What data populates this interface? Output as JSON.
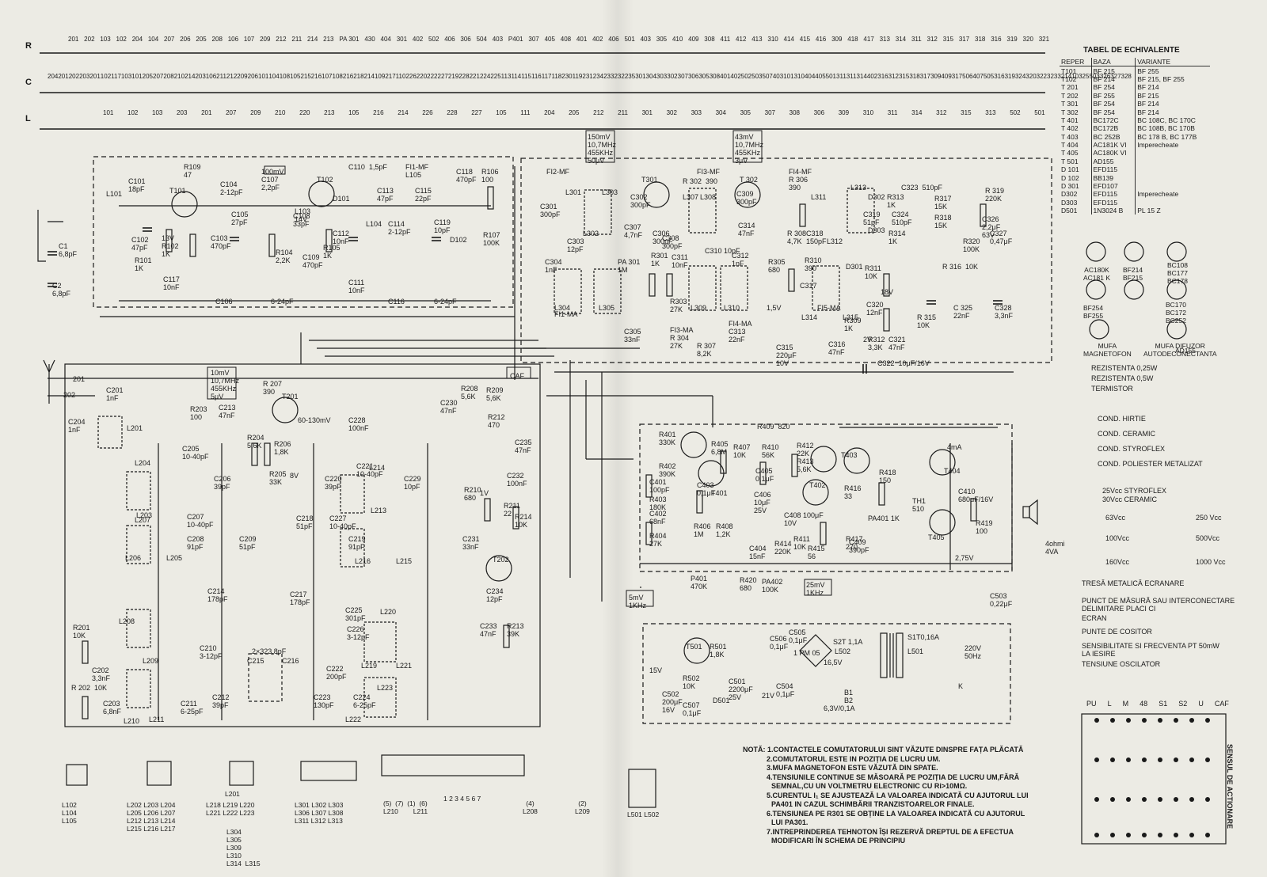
{
  "header": {
    "row_letters": [
      "R",
      "C",
      "L"
    ],
    "row_r_labels": [
      "201",
      "202",
      "103",
      "102",
      "204",
      "104",
      "207",
      "206",
      "205",
      "208",
      "106",
      "107",
      "209",
      "212",
      "211",
      "214",
      "213",
      "PA 301",
      "430",
      "404",
      "301",
      "402",
      "502",
      "406",
      "306",
      "504",
      "403",
      "P401",
      "307",
      "405",
      "408",
      "401",
      "402",
      "406",
      "501",
      "403",
      "305",
      "410",
      "409",
      "308",
      "411",
      "412",
      "413",
      "310",
      "414",
      "415",
      "416",
      "309",
      "418",
      "417",
      "313",
      "314",
      "311",
      "312",
      "315",
      "317",
      "318",
      "316",
      "319",
      "320",
      "321"
    ],
    "row_c_labels": [
      "204",
      "201",
      "202",
      "203",
      "201",
      "102",
      "117",
      "103",
      "101",
      "205",
      "207",
      "208",
      "210",
      "214",
      "203",
      "106",
      "211",
      "212",
      "209",
      "206",
      "101",
      "104",
      "108",
      "105",
      "215",
      "216",
      "107",
      "108",
      "216",
      "218",
      "214",
      "109",
      "217",
      "110",
      "226",
      "220",
      "222",
      "227",
      "219",
      "228",
      "221",
      "224",
      "225",
      "113",
      "114",
      "115",
      "116",
      "117",
      "118",
      "230",
      "119",
      "231",
      "234",
      "233",
      "232",
      "235",
      "301",
      "304",
      "303",
      "302",
      "307",
      "306",
      "305",
      "308",
      "401",
      "402",
      "502",
      "503",
      "507",
      "403",
      "101",
      "310",
      "404",
      "405",
      "501",
      "311",
      "311",
      "314",
      "402",
      "316",
      "312",
      "315",
      "318",
      "317",
      "309",
      "409",
      "317",
      "506",
      "407",
      "505",
      "316",
      "319",
      "324",
      "320",
      "322",
      "323",
      "321",
      "410",
      "325",
      "503",
      "326",
      "327",
      "328"
    ],
    "row_l_labels": [
      "101",
      "102",
      "103",
      "203",
      "201",
      "207",
      "209",
      "210",
      "220",
      "213",
      "105",
      "216",
      "214",
      "226",
      "228",
      "227",
      "105",
      "111",
      "204",
      "205",
      "212",
      "211",
      "301",
      "302",
      "303",
      "304",
      "305",
      "307",
      "308",
      "306",
      "309",
      "310",
      "311",
      "314",
      "312",
      "315",
      "313",
      "502",
      "501"
    ]
  },
  "equivalents_table": {
    "title": "TABEL DE ECHIVALENTE",
    "columns": [
      "REPER",
      "BAZA",
      "VARIANTE"
    ],
    "rows": [
      [
        "T101",
        "BF 215",
        "BF 255"
      ],
      [
        "T102",
        "BF 214",
        "BF 215, BF 255"
      ],
      [
        "T 201",
        "BF 254",
        "BF 214"
      ],
      [
        "T 202",
        "BF 255",
        "BF 215"
      ],
      [
        "T 301",
        "BF 254",
        "BF 214"
      ],
      [
        "T 302",
        "BF 254",
        "BF 214"
      ],
      [
        "T 401",
        "BC172C",
        "BC 108C, BC 170C"
      ],
      [
        "T 402",
        "BC172B",
        "BC 108B, BC 170B"
      ],
      [
        "T 403",
        "BC 252B",
        "BC 178 B, BC 177B"
      ],
      [
        "T 404",
        "AC181K VI",
        "Imperecheate"
      ],
      [
        "T 405",
        "AC180K VI",
        ""
      ],
      [
        "T 501",
        "AD155",
        ""
      ],
      [
        "D 101",
        "EFD115",
        ""
      ],
      [
        "D 102",
        "BB139",
        ""
      ],
      [
        "D 301",
        "EFD107",
        ""
      ],
      [
        "D302",
        "EFD115",
        "Imperecheate"
      ],
      [
        "D303",
        "EFD115",
        ""
      ],
      [
        "D501",
        "1N3024 B",
        "PL 15 Z"
      ]
    ]
  },
  "transistor_pinouts": {
    "groups": [
      {
        "names": "AC180K\nAC181 K"
      },
      {
        "names": "BF214\nBF215"
      },
      {
        "names": "BC108\nBC177\nBC178"
      },
      {
        "names": "BF254\nBF255"
      },
      {
        "names": "BC170\nBC172\nBC252"
      },
      {
        "names": "AD155"
      }
    ],
    "connector_1": "MUFA\nMAGNETOFON",
    "connector_2": "MUFA DIFUZOR\nAUTODECONECTANTA"
  },
  "legend": {
    "res_025": "REZISTENTA 0,25W",
    "res_05": "REZISTENTA 0,5W",
    "thermistor": "TERMISTOR",
    "cap_paper": "COND. HIRTIE",
    "cap_ceramic": "COND. CERAMIC",
    "cap_styroflex": "COND. STYROFLEX",
    "cap_polyester": "COND. POLIESTER METALIZAT",
    "styro_25": "25Vcc STYROFLEX",
    "ceram_30": "30Vcc CERAMIC",
    "v63": "63Vcc",
    "v250": "250 Vcc",
    "v100": "100Vcc",
    "v500": "500Vcc",
    "v160": "160Vcc",
    "v1000": "1000 Vcc",
    "shield_braid": "TRESĂ METALICĂ ECRANARE",
    "measure_point_1": "PUNCT DE MĂSURĂ SAU INTERCONECTARE",
    "measure_point_2": "DELIMITARE PLACI CI",
    "screen": "ECRAN",
    "solder_bridge": "PUNTE DE COSITOR",
    "sens_1": "SENSIBILITATE SI FRECVENTA PT 50mW",
    "sens_2": "LA IESIRE",
    "osc_voltage": "TENSIUNE OSCILATOR"
  },
  "switch_matrix": {
    "columns": [
      "PU",
      "L",
      "M",
      "48",
      "S1",
      "S2",
      "U",
      "CAF"
    ],
    "side_label": "SENSUL DE ACTIONARE"
  },
  "notes": {
    "n1": "NOTĂ: 1.CONTACTELE COMUTATORULUI SINT VĂZUTE DINSPRE FAȚA PLĂCATĂ",
    "n2": "2.COMUTATORUL ESTE IN POZIȚIA DE LUCRU UM.",
    "n3": "3.MUFA MAGNETOFON ESTE VĂZUTĂ DIN SPATE.",
    "n4": "4.TENSIUNILE CONTINUE SE MĂSOARĂ PE POZIȚIA DE LUCRU UM,FĂRĂ",
    "n4b": "SEMNAL,CU UN VOLTMETRU ELECTRONIC CU Ri>10MΩ.",
    "n5": "5.CURENTUL I₁ SE AJUSTEAZĂ LA VALOAREA INDICATĂ CU AJUTORUL LUI",
    "n5b": "PA401 IN CAZUL SCHIMBĂRII TRANZISTOARELOR FINALE.",
    "n6": "6.TENSIUNEA PE R301 SE OBȚINE LA VALOAREA INDICATĂ CU AJUTORUL",
    "n6b": "LUI PA301.",
    "n7": "7.INTREPRINDEREA TEHNOTON ÎȘI REZERVĂ DREPTUL DE A EFECTUA",
    "n7b": "MODIFICARI ÎN SCHEMA DE PRINCIPIU"
  },
  "coil_pinouts": {
    "g1": "L102\nL104\nL105",
    "g2": "L202 L203 L204\nL205 L206 L207\nL212 L213 L214\nL215 L216 L217",
    "g3": "L218 L219 L220\nL221 L222 L223",
    "g3a": "L201",
    "g4": "L301 L302 L303\nL306 L307 L308\nL311 L312 L313",
    "g4a": "L304\nL305\nL309\nL310\nL314  L315",
    "ferrite_nums": "1 2 3 4 5 6 7",
    "l210": "(5)  (7)  (1)  (6)\nL210        L211",
    "l208": "(4)\nL208",
    "l209": "(2)\nL209",
    "l501": "L501 L502"
  },
  "components": {
    "r109": "R109\n47",
    "t101": "T101",
    "c101": "C101\n18pF",
    "l101": "L101",
    "c104": "C104\n2-12pF",
    "c105": "C105\n27pF",
    "c102": "C102\n47pF",
    "r101": "R101\n1K",
    "r102": "13V\nR102\n1K",
    "c103": "C103\n470pF",
    "c117": "C117\n10nF",
    "c1": "C1\n6,8pF",
    "c2": "C2\n6,8pF",
    "c107": "100mV\nC107\n2,2pF",
    "t102": "T102",
    "c108": "C108\n33pF",
    "r104": "R104\n2,2K",
    "c109": "C109\n470pF",
    "r105": "R105\n1K",
    "l103": "L103\n14V",
    "d101": "D101",
    "c110": "C110  1,5pF",
    "c113": "C113\n47pF",
    "l104": "L104",
    "c114": "C114\n2-12pF",
    "c112": "C112\n10nF",
    "c111": "C111\n10nF",
    "fi1": "FI1-MF\nL105",
    "c115": "C115\n22pF",
    "c118": "C118\n470pF",
    "r106": "R106\n100",
    "c119": "C119\n10pF",
    "d102": "D102",
    "r107": "R107\n100K",
    "c106": "C106",
    "c116": "C116",
    "trim1": "6-24pF",
    "trim2": "6-24pF",
    "meas1": "150mV\n10,7MHz\n455KHz\n50μV",
    "meas2": "43mV\n10,7MHz\n455KHz\n3μV",
    "fi2": "FI2-MF",
    "t301": "T301",
    "c302": "C302\n300pF",
    "c301": "C301\n300pF",
    "l301": "L301",
    "l302": "L302",
    "l303": "L303",
    "c303": "C303\n12pF",
    "c307": "C307\n4,7nF",
    "c304": "C304\n1nF",
    "pa301": "PA 301\n1M",
    "fi1ma": "FI1-MA",
    "l304": "L304",
    "l305": "L305",
    "c305": "C305\n33nF",
    "c306": "C306\n300pF",
    "fi3": "FI3-MF",
    "r302": "R 302  390",
    "l307": "L307",
    "l308": "L308",
    "c308": "C308\n300pF",
    "r301": "R301\n1K",
    "c311": "C311\n10nF",
    "c310": "C310 10pF",
    "c312": "C312\n1nF",
    "r303": "R303\n27K",
    "l309": "L309",
    "l310": "L310",
    "fi3ma": "FI3-MA\nR 304\n27K",
    "fi4ma": "FI4-MA\nC313\n22nF",
    "r307": "R 307\n8,2K",
    "t302": "T 302",
    "c309": "C309\n300pF",
    "c314": "C314\n47nF",
    "fi4": "FI4-MF\nR 306\n390",
    "r305": "R305\n680",
    "r308": "R 308\n4,7K",
    "c318": "C318\n150pF",
    "l311": "L311",
    "l312": "L312",
    "l313": "L313",
    "d302": "D302",
    "r313": "R313\n1K",
    "c323": "C323  510pF",
    "c319": "C319\n51pF",
    "c324": "C324\n510pF",
    "r317": "R317\n15K",
    "r318": "R318\n15K",
    "d303": "D303",
    "r314": "R314\n1K",
    "c326": "C326\n2,2μF\n63V",
    "r319": "R 319\n220K",
    "c327": "C327\n0,47μF",
    "r320": "R320\n100K",
    "r310": "R310\n390",
    "d301": "D301",
    "c317": "C317",
    "fi5ma": "FI5-MA",
    "l314": "L314",
    "l315": "L315",
    "r311": "R311\n10K",
    "r316": "R 316  10K",
    "r309": "R309\n1K",
    "c320": "C320\n12nF",
    "r315": "R 315\n10K",
    "c325": "C 325\n22nF",
    "c328": "C328\n3,3nF",
    "c315": "C315\n220μF\n10V",
    "c316": "C316\n47nF",
    "r312": "R312\n3,3K",
    "c321": "C321\n47nF",
    "c322": "C322  10μF/16V",
    "v15": "1,5V",
    "v2": "2V",
    "v18": "18V",
    "ant201": "201",
    "c201": "C201\n1nF",
    "c204": "C204\n1nF",
    "l201": "L201",
    "b202": "202",
    "c205": "C205\n10-40pF",
    "c206": "C206\n39pF",
    "l204": "L204",
    "l203": "L203",
    "c207": "C207\n10-40pF",
    "c208": "C208\n91pF",
    "l207": "L207",
    "l206": "L206",
    "l205": "L205",
    "c214": "C214\n178pF",
    "c210": "C210\n3-12pF",
    "l208": "L208",
    "l209": "L209",
    "c202": "C202\n3,3nF",
    "r201": "R201\n10K",
    "r202": "R 202  10K",
    "c203": "C203\n6,8nF",
    "c211": "C211\n6-25pF",
    "c212": "C212\n39pF",
    "c209": "C209\n51pF",
    "l210": "L210",
    "l211": "L211",
    "meas3": "10mV\n10,7MHz\n455KHz\n5μV",
    "r207": "R 207\n390",
    "t201": "T201",
    "r203": "R203\n100",
    "c213": "C213\n47nF",
    "r204": "R204\n5,6K",
    "r206": "R206\n1,8K",
    "r205": "R205\n33K",
    "v8": "8V",
    "mv60": "60-130mV",
    "c228": "C228\n100nF",
    "c230": "C230\n47nF",
    "r208": "R208\n5,6K",
    "r209": "R209\n5,6K",
    "c220": "C220\n39pF",
    "c221": "C221\n10-40pF",
    "l214": "L214",
    "l213": "L213",
    "c229": "C229\n10pF",
    "c227": "C227\n10-40pF",
    "c218": "C218\n51pF",
    "c219": "C219\n91pF",
    "l216": "L216",
    "l215": "L215",
    "c217": "C217\n178pF",
    "c225": "C225\n301pF",
    "c226": "C226\n3-12pF",
    "l220": "L220",
    "l219": "L219",
    "c215": "C215",
    "c216": "C216",
    "c2x": "2×323,8pF",
    "c223": "C223\n130pF",
    "c224": "C224\n6-25pF",
    "c222": "C222\n200pF",
    "l222": "L222",
    "l223": "L223",
    "l221": "L221",
    "r212": "R212\n470",
    "c235": "C235\n47nF",
    "c232": "C232\n100nF",
    "r210": "R210\n680",
    "r211": "R211\n22",
    "r214": "R214\n10K",
    "c231": "C231\n33nF",
    "t202": "T202",
    "c234": "C234\n12pF",
    "c233": "C233\n47nF",
    "r213": "R213\n39K",
    "v1": "1V",
    "r401": "R401\n330K",
    "r402": "R402\n390K",
    "c401": "C401\n100pF",
    "r403": "R403\n180K",
    "c402": "C402\n68nF",
    "r404": "R404\n27K",
    "c403": "C403\n0,1μF",
    "t401": "T401",
    "r405": "R405\n6,8M",
    "r407": "R407\n10K",
    "r406": "R406\n1M",
    "r408": "R408\n1,2K",
    "c405": "C405\n0,1μF",
    "c406": "C406\n10μF\n25V",
    "r410": "R410\n56K",
    "r412": "R412\n22K",
    "r413": "R413\n5,6K",
    "t402": "T402",
    "t403": "T403",
    "r409": "R409  820",
    "c408": "C408 100μF\n10V",
    "c404": "C404\n15nF",
    "r414": "R414\n220K",
    "r411": "R411\n10K",
    "r415": "R415\n56",
    "r416": "R416\n33",
    "r418": "R418\n150",
    "th1": "TH1\n510",
    "pa401": "PA401 1K",
    "r417": "R417\n270",
    "c409": "C409\n390pF",
    "t404": "T404",
    "t405": "T405",
    "ma4": "4mA",
    "c410": "C410\n680μF/16V",
    "r419": "R419\n100",
    "spk": "4ohmi\n4VA",
    "c503": "C503\n0,22μF",
    "v275": "2,75V",
    "r420": "R420\n680",
    "pa402": "PA402\n100K",
    "p401": "P401\n470K",
    "meas4": "5mV\n1KHz",
    "meas5": "25mV\n1KHz",
    "t501": "T501",
    "r501": "R501\n1,8K",
    "r502": "R502\n10K",
    "c502": "C502\n200μF\n16V",
    "c507": "C507\n0,1μF",
    "d501": "D501",
    "c501": "C501\n2200μF\n25V",
    "c504": "C504\n0,1μF",
    "c506": "C506\n0,1μF",
    "c505": "C505\n0,1μF",
    "bridge": "1 PM 05",
    "fuse1": "S2T 1,1A",
    "l502": "L502",
    "fuse2": "S1T0,16A",
    "l501": "L501",
    "mains": "220V\n50Hz",
    "lamps": "6,3V/0,1A",
    "v21": "21V",
    "v15b": "15V",
    "v16": "16,5V",
    "k": "K",
    "b1": "B1",
    "b2": "B2",
    "caf": "CAF"
  }
}
